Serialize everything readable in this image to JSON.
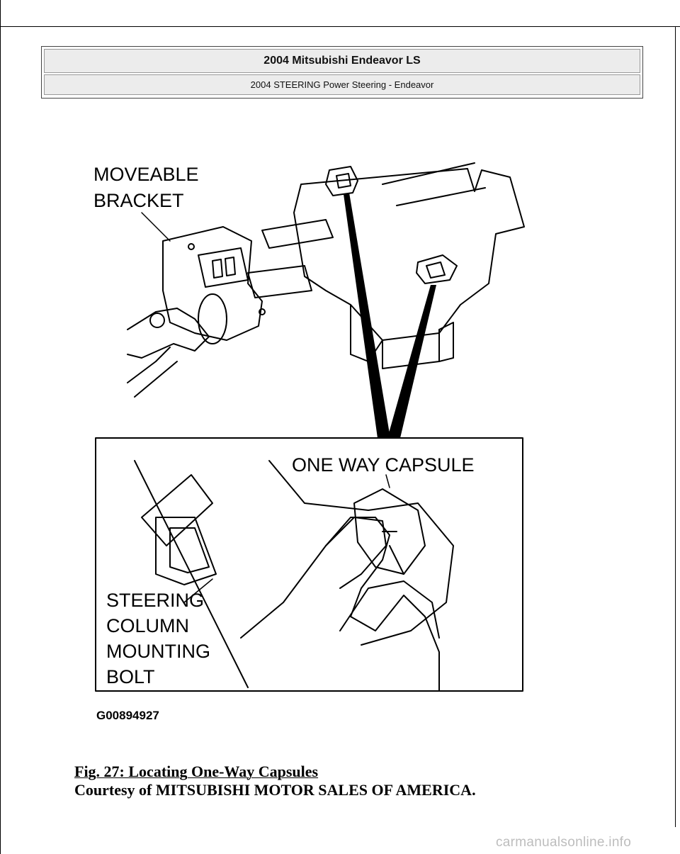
{
  "header": {
    "title": "2004 Mitsubishi Endeavor LS",
    "subtitle": "2004 STEERING Power Steering - Endeavor"
  },
  "figure": {
    "label_bracket_1": "MOVEABLE",
    "label_bracket_2": "BRACKET",
    "label_capsule": "ONE WAY CAPSULE",
    "label_bolt_1": "STEERING",
    "label_bolt_2": "COLUMN",
    "label_bolt_3": "MOUNTING",
    "label_bolt_4": "BOLT",
    "code": "G00894927"
  },
  "caption": {
    "title": "Fig. 27: Locating One-Way Capsules",
    "courtesy": "Courtesy of MITSUBISHI MOTOR SALES OF AMERICA."
  },
  "watermark": "carmanualsonline.info"
}
